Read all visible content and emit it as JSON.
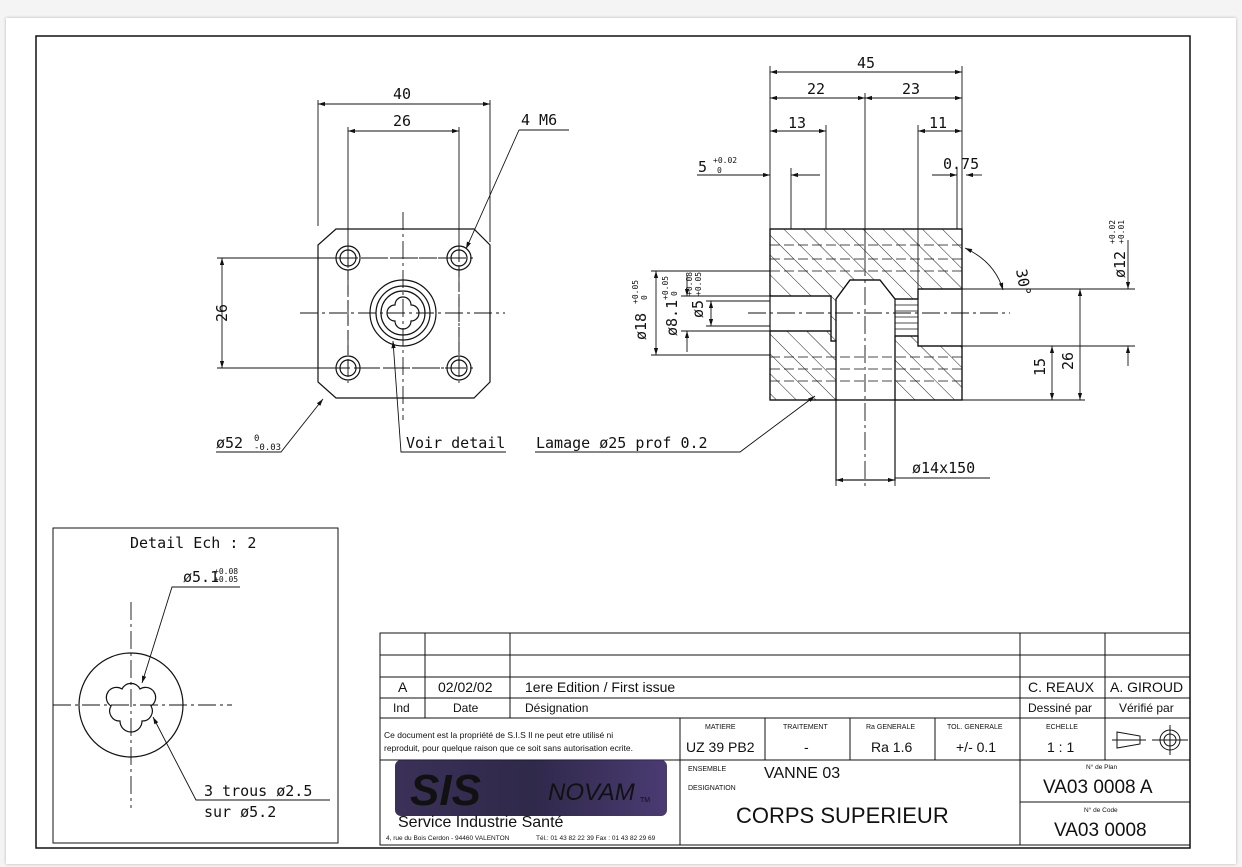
{
  "drawing": {
    "front_view": {
      "dim_width_overall": "40",
      "dim_hole_spacing_h": "26",
      "dim_hole_spacing_v": "26",
      "thread_callout": "4 M6",
      "diameter_callout": "ø52",
      "diameter_tol_upper": "0",
      "diameter_tol_lower": "-0.03",
      "detail_callout": "Voir detail",
      "counterbore_callout": "Lamage ø25 prof 0.2"
    },
    "section_view": {
      "dim_total": "45",
      "dim_left": "22",
      "dim_right": "23",
      "dim_13": "13",
      "dim_11": "11",
      "dim_5": "5",
      "dim_5_tol_upper": "+0.02",
      "dim_5_tol_lower": "0",
      "dim_075": "0.75",
      "angle": "30°",
      "dia_18": "ø18",
      "dia_18_tol_upper": "+0.05",
      "dia_18_tol_lower": "0",
      "dia_81": "ø8.1",
      "dia_81_tol_upper": "+0.05",
      "dia_81_tol_lower": "0",
      "dia_5": "ø5",
      "dia_5_tol_upper": "+0.08",
      "dia_5_tol_lower": "+0.05",
      "dia_12": "ø12",
      "dia_12_tol_upper": "+0.02",
      "dia_12_tol_lower": "+0.01",
      "dim_15": "15",
      "dim_26": "26",
      "dia_14": "ø14x150"
    },
    "detail_view": {
      "title": "Detail Ech : 2",
      "dia_51": "ø5.1",
      "dia_51_tol_upper": "+0.08",
      "dia_51_tol_lower": "+0.05",
      "holes_line1": "3 trous ø2.5",
      "holes_line2": "sur ø5.2"
    }
  },
  "title_block": {
    "revision": {
      "index": "A",
      "date": "02/02/02",
      "designation": "1ere Edition / First issue",
      "drawn_by": "C. REAUX",
      "checked_by": "A. GIROUD"
    },
    "headers": {
      "index": "Ind",
      "date": "Date",
      "designation": "Désignation",
      "drawn_by": "Dessiné par",
      "checked_by": "Vérifié par"
    },
    "notice_line1": "Ce document est la propriété de S.I.S Il ne peut etre utilisé ni",
    "notice_line2": "reproduit, pour quelque raison que ce soit sans autorisation ecrite.",
    "fields": [
      {
        "label": "MATIERE",
        "value": "UZ 39 PB2"
      },
      {
        "label": "TRAITEMENT",
        "value": "-"
      },
      {
        "label": "Ra GENERALE",
        "value": "Ra 1.6"
      },
      {
        "label": "TOL. GENERALE",
        "value": "+/- 0.1"
      },
      {
        "label": "ECHELLE",
        "value": "1 : 1"
      }
    ],
    "logo_letters": "SIS",
    "logo_sub": "NOVAM",
    "logo_tm": "TM",
    "company": "Service Industrie Santé",
    "address": "4, rue du Bois Cerdon - 94460 VALENTON",
    "phone": "Tél.: 01 43 82 22 39 Fax : 01 43 82 29 69",
    "ensemble_label": "ENSEMBLE",
    "ensemble_value": "VANNE 03",
    "designation_label": "DESIGNATION",
    "designation_value": "CORPS SUPERIEUR",
    "plan_label": "N° de Plan",
    "plan_value": "VA03 0008 A",
    "code_label": "N° de Code",
    "code_value": "VA03 0008"
  }
}
